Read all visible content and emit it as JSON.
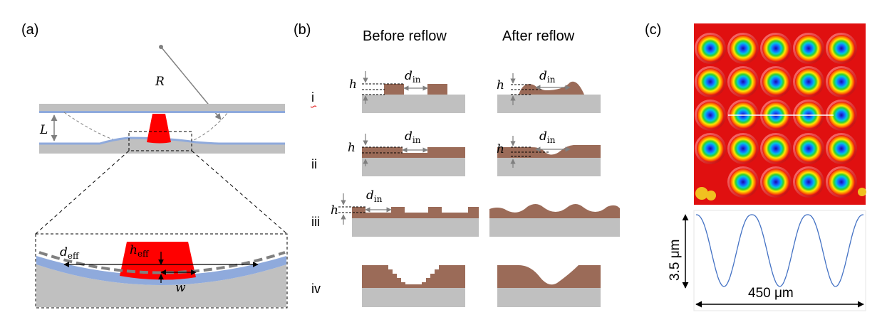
{
  "panel_a": {
    "label": "(a)",
    "radius_label": "R",
    "gap_label": "L",
    "d_eff": {
      "main": "d",
      "sub": "eff"
    },
    "h_eff": {
      "main": "h",
      "sub": "eff"
    },
    "width_label": "w"
  },
  "panel_b": {
    "label": "(b)",
    "header_before": "Before reflow",
    "header_after": "After reflow",
    "rows": [
      "i",
      "ii",
      "iii",
      "iv"
    ],
    "h_label": "h",
    "d_in": {
      "main": "d",
      "sub": "in"
    }
  },
  "panel_c": {
    "label": "(c)",
    "height_dim": "3.5 μm",
    "width_dim": "450 μm"
  },
  "colors": {
    "polymer": "#9b6b58",
    "substrate": "#c0c0c0",
    "coating": "#8faadc",
    "droplet": "#ff0000",
    "profile_line": "#4472c4"
  }
}
